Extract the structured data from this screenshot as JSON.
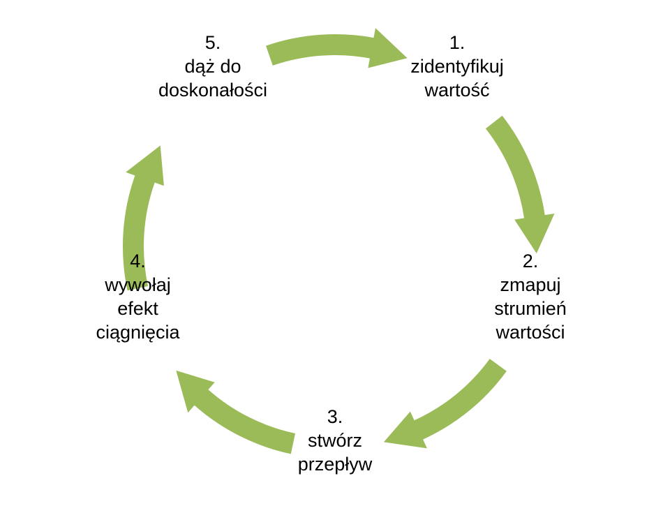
{
  "colors": {
    "arrow": "#9BBB59",
    "text": "#000000",
    "background": "#FFFFFF"
  },
  "steps": [
    {
      "number": "1.",
      "lines": [
        "zidentyfikuj",
        "wartość"
      ]
    },
    {
      "number": "2.",
      "lines": [
        "zmapuj",
        "strumień",
        "wartości"
      ]
    },
    {
      "number": "3.",
      "lines": [
        "stwórz",
        "przepływ"
      ]
    },
    {
      "number": "4.",
      "lines": [
        "wywołaj",
        "efekt",
        "ciągnięcia"
      ]
    },
    {
      "number": "5.",
      "lines": [
        "dąż do",
        "doskonałości"
      ]
    }
  ]
}
